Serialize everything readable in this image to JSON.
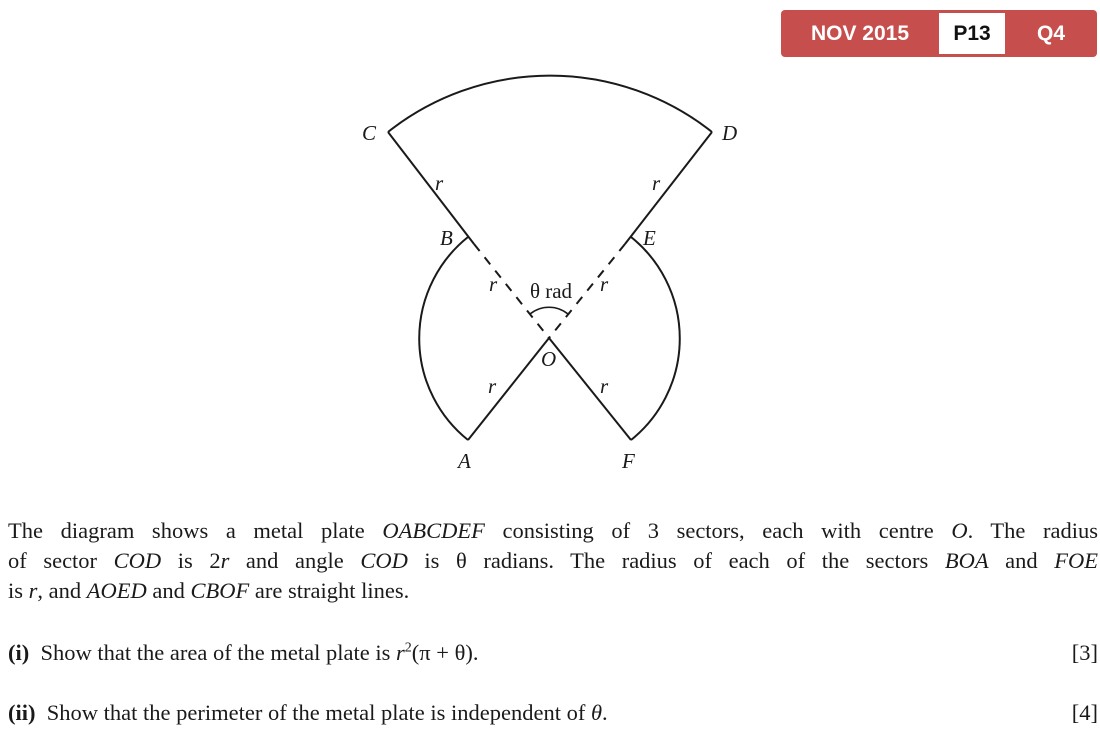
{
  "badge": {
    "session": "NOV 2015",
    "paper": "P13",
    "question": "Q4",
    "color": "#c64f4e"
  },
  "diagram": {
    "points": {
      "A": "A",
      "B": "B",
      "C": "C",
      "D": "D",
      "E": "E",
      "F": "F",
      "O": "O"
    },
    "radius_label": "r",
    "angle_label": "θ rad"
  },
  "question": {
    "lines": [
      [
        {
          "t": "The diagram shows a metal plate "
        },
        {
          "t": "OABCDEF",
          "i": true
        },
        {
          "t": " consisting of 3 sectors, each with centre "
        },
        {
          "t": "O",
          "i": true
        },
        {
          "t": ". The radius"
        }
      ],
      [
        {
          "t": "of sector "
        },
        {
          "t": "COD",
          "i": true
        },
        {
          "t": " is 2"
        },
        {
          "t": "r",
          "i": true
        },
        {
          "t": " and angle "
        },
        {
          "t": "COD",
          "i": true
        },
        {
          "t": " is θ radians. The radius of each of the sectors "
        },
        {
          "t": "BOA",
          "i": true
        },
        {
          "t": " and "
        },
        {
          "t": "FOE",
          "i": true
        }
      ],
      [
        {
          "t": "is "
        },
        {
          "t": "r",
          "i": true
        },
        {
          "t": ", and "
        },
        {
          "t": "AOED",
          "i": true
        },
        {
          "t": " and "
        },
        {
          "t": "CBOF",
          "i": true
        },
        {
          "t": " are straight lines."
        }
      ]
    ],
    "parts": [
      {
        "num": "(i)",
        "text_before": "Show that the area of the metal plate is ",
        "math": "r",
        "sup": "2",
        "math_after": "(π + θ).",
        "marks": "[3]"
      },
      {
        "num": "(ii)",
        "text_before": "Show that the perimeter of the metal plate is independent of ",
        "math": "θ",
        "sup": "",
        "math_after": ".",
        "marks": "[4]"
      }
    ]
  }
}
